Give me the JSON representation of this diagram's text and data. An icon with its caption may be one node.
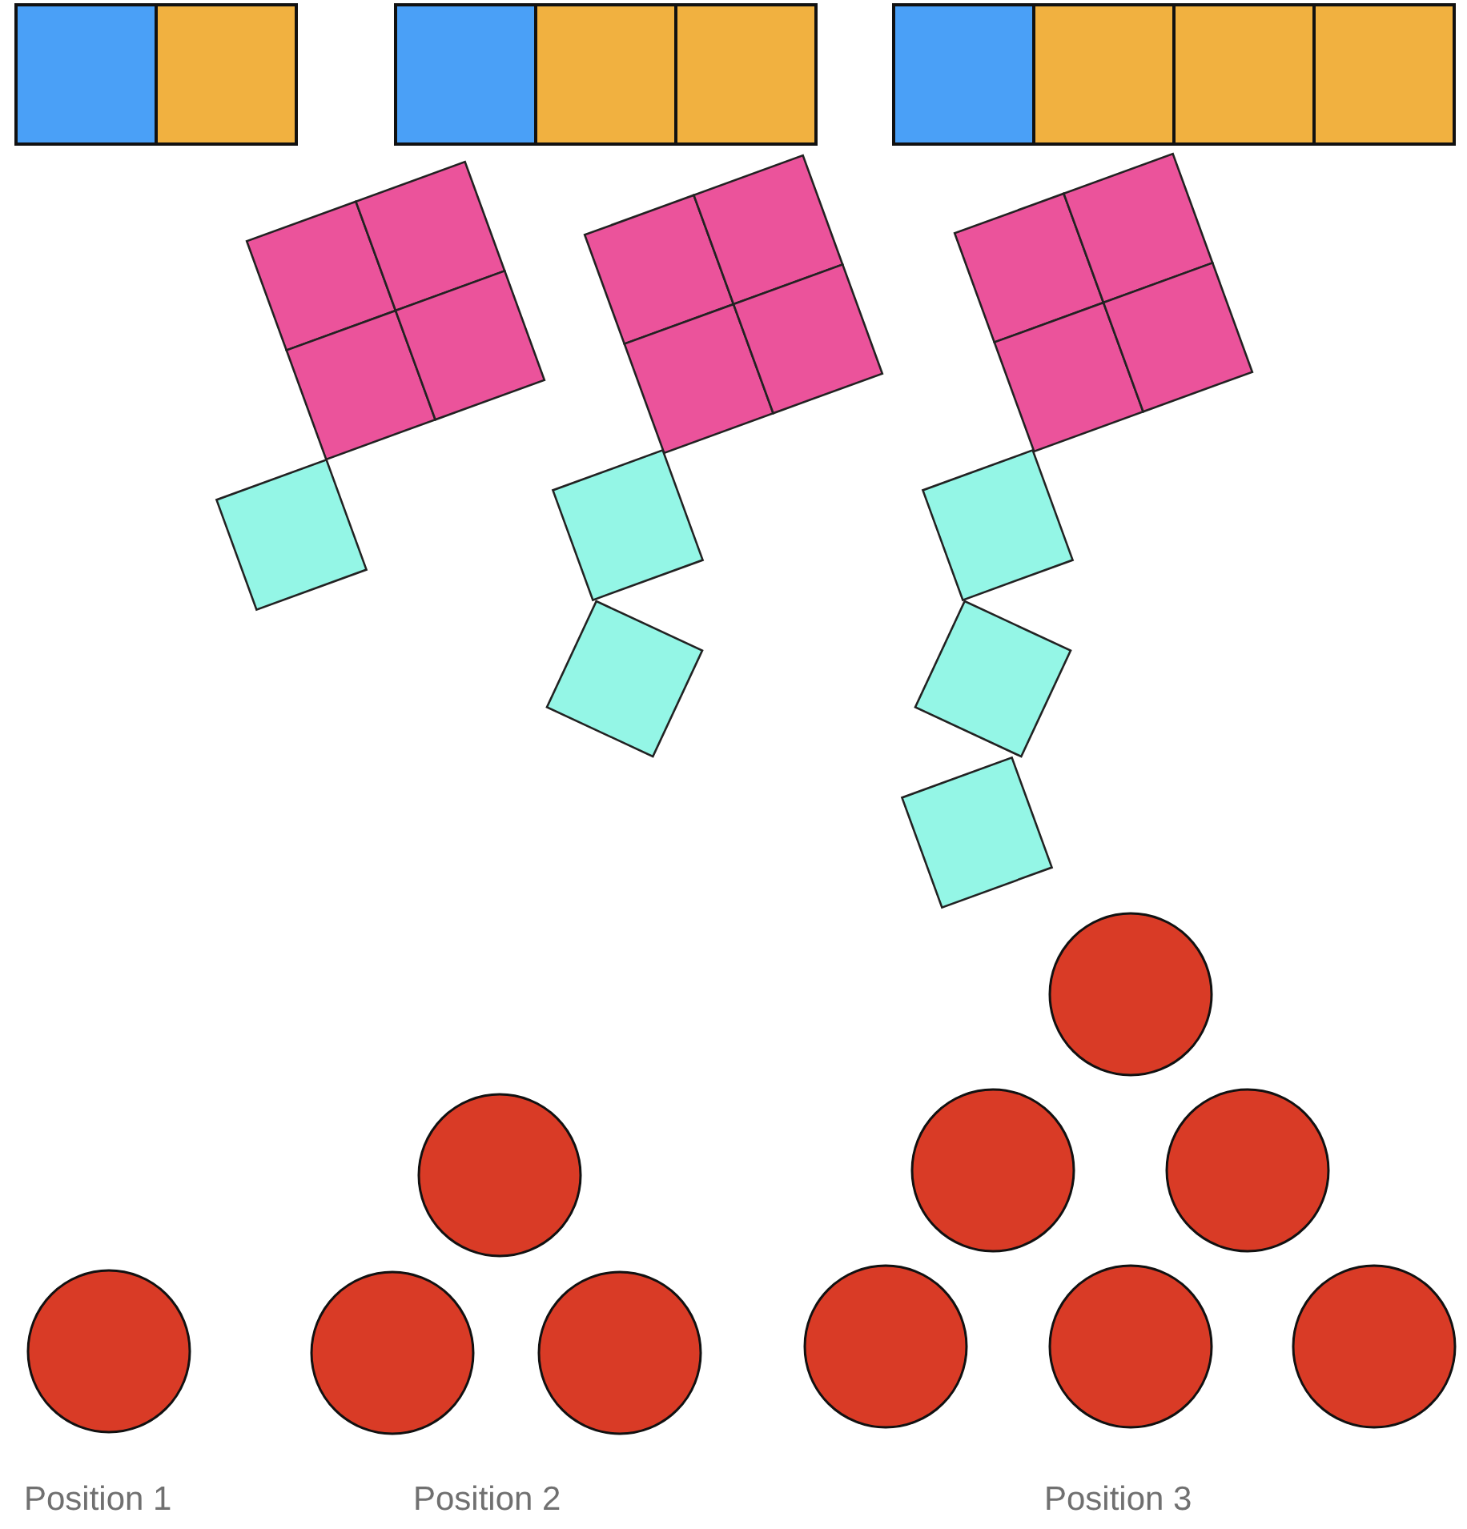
{
  "diagram": {
    "labels": [
      "Position 1",
      "Position 2",
      "Position 3"
    ]
  }
}
